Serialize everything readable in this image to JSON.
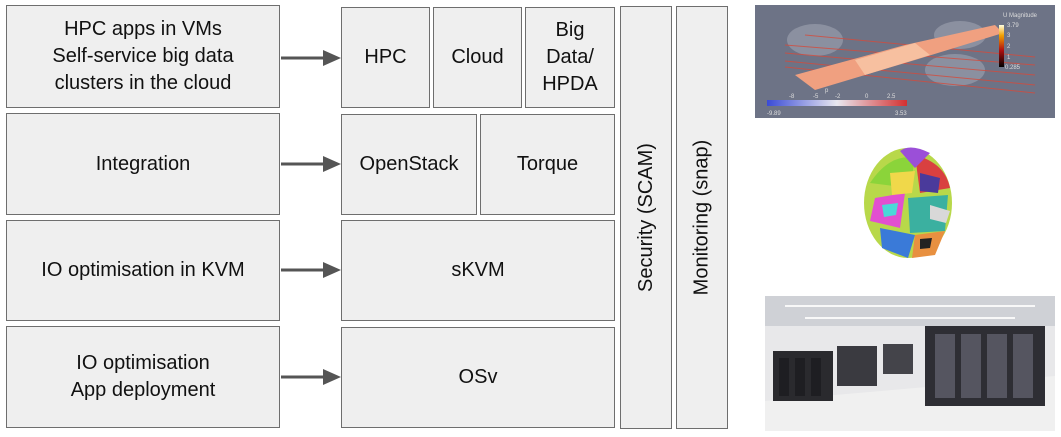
{
  "left_boxes": [
    {
      "lines": [
        "HPC apps in VMs",
        "Self-service big data",
        "clusters in the cloud"
      ]
    },
    {
      "lines": [
        "Integration"
      ]
    },
    {
      "lines": [
        "IO optimisation in KVM"
      ]
    },
    {
      "lines": [
        "IO optimisation",
        "App deployment"
      ]
    }
  ],
  "stack": {
    "hpc": "HPC",
    "cloud": "Cloud",
    "bigdata": [
      "Big",
      "Data/",
      "HPDA"
    ],
    "openstack": "OpenStack",
    "torque": "Torque",
    "skvm": "sKVM",
    "osv": "OSv"
  },
  "vertical": {
    "security": "Security (SCAM)",
    "monitoring": "Monitoring (snap)"
  },
  "images": {
    "flow_sim": {
      "legend_title": "U Magnitude",
      "colorbar_right": [
        "3.79",
        "3",
        "2",
        "1",
        "0.285"
      ],
      "bottom_bar_label": "p",
      "bottom_ticks": [
        "-9.89",
        "-8",
        "-5",
        "-2",
        "0",
        "2.5",
        "3.53"
      ]
    }
  }
}
